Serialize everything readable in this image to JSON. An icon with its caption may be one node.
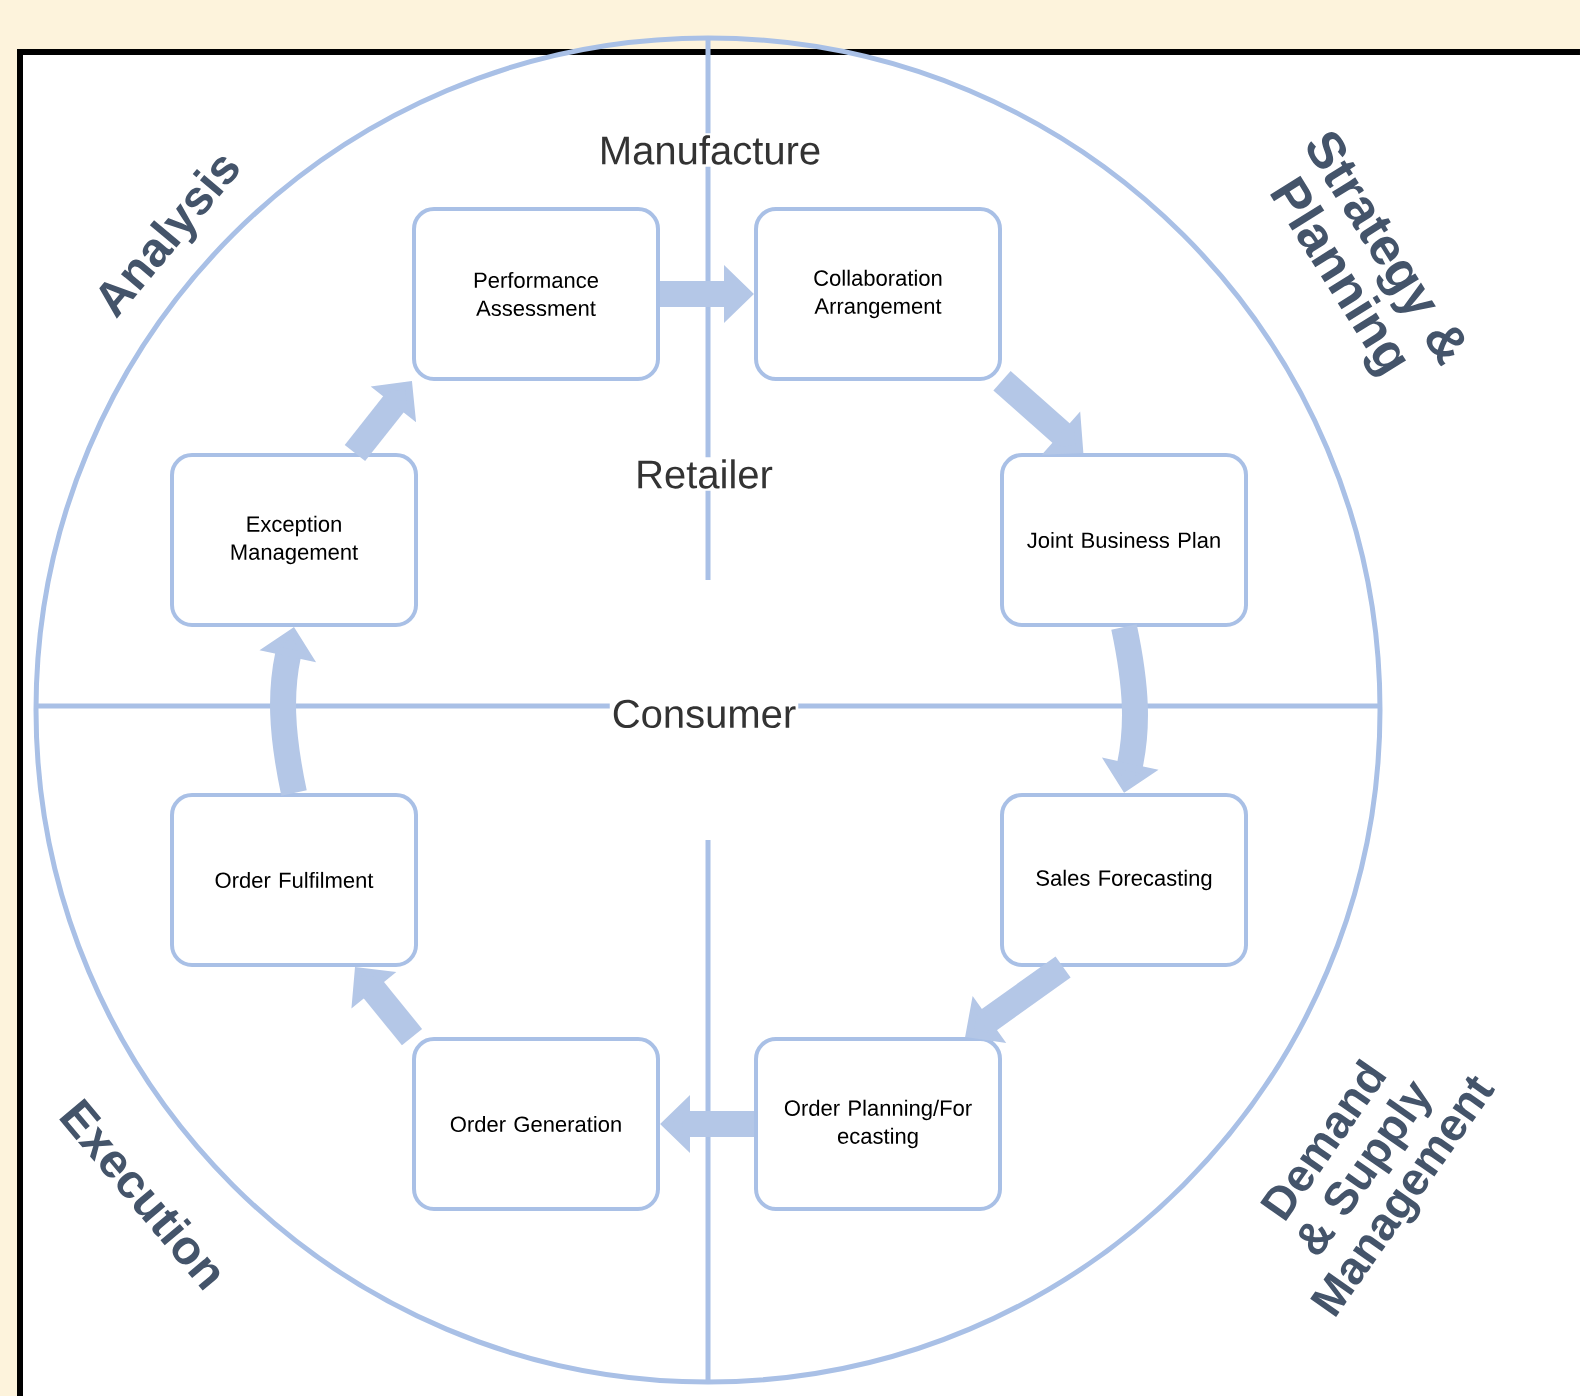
{
  "diagram": {
    "nodes": [
      {
        "text": [
          "Performance Assessment"
        ]
      },
      {
        "text": [
          "Collaboration Arrangement"
        ]
      },
      {
        "text": [
          "Joint Business Plan"
        ]
      },
      {
        "text": [
          "Sales Forecasting"
        ]
      },
      {
        "text": [
          "Order Planning/For ecasting"
        ]
      },
      {
        "text": [
          "Order Generation"
        ]
      },
      {
        "text": [
          "Order Fulfilment"
        ]
      },
      {
        "text": [
          "Exception Management"
        ]
      }
    ],
    "edges": [
      {
        "from": 0,
        "to": 1,
        "arrow": "to"
      },
      {
        "from": 1,
        "to": 2,
        "arrow": "to"
      },
      {
        "from": 2,
        "to": 3,
        "arrow": "to"
      },
      {
        "from": 3,
        "to": 4,
        "arrow": "to"
      },
      {
        "from": 4,
        "to": 5,
        "arrow": "to"
      },
      {
        "from": 5,
        "to": 6,
        "arrow": "to"
      },
      {
        "from": 6,
        "to": 7,
        "arrow": "to"
      },
      {
        "from": 7,
        "to": 0,
        "arrow": "to"
      }
    ],
    "labels": [
      "Analysis",
      "Manufacture",
      "Strategy & Planning",
      "Retailer",
      "Consumer",
      "Execution",
      "Demand & Supply Management"
    ]
  }
}
